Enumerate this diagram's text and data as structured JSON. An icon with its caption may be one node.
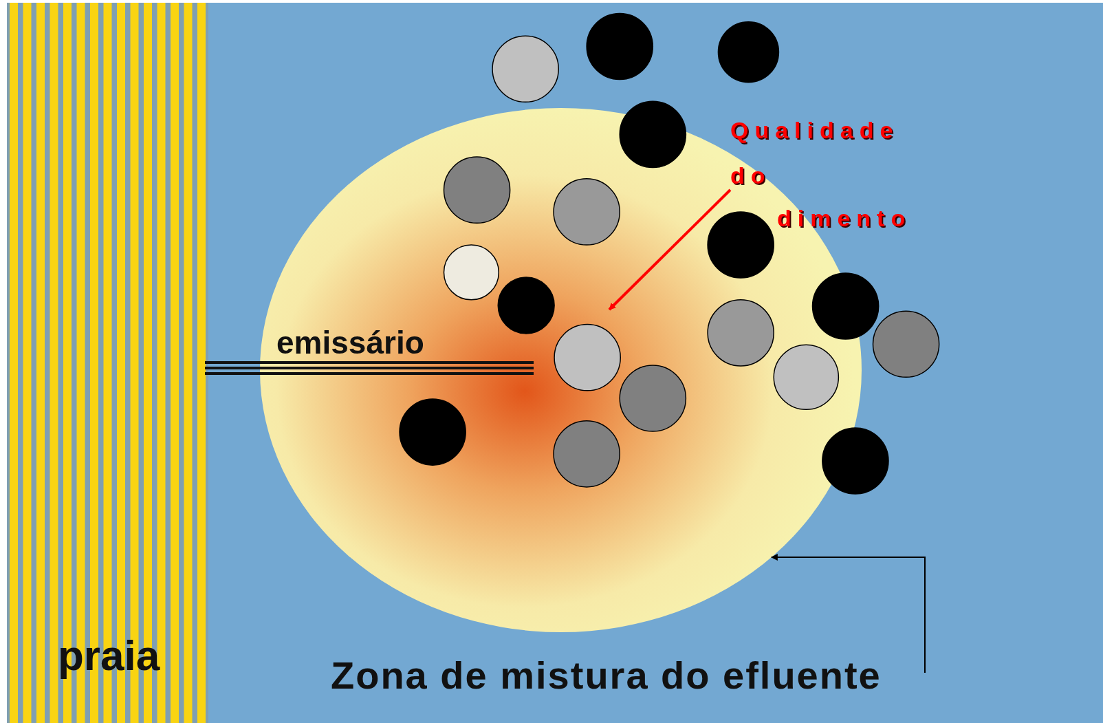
{
  "diagram": {
    "nodes": [
      {
        "text": [],
        "shape": "circle"
      },
      {
        "text": [
          "Zona de mistura do efluente"
        ]
      },
      {
        "text": [
          "Qualidade",
          "do",
          "dimento"
        ]
      }
    ],
    "edges": [
      {
        "from": 1,
        "to": 0,
        "arrow": "to"
      },
      {
        "from": 2,
        "to": 0,
        "arrow": "to",
        "color": "#ff0000"
      }
    ],
    "labels": [
      "emissário",
      "praia"
    ]
  }
}
